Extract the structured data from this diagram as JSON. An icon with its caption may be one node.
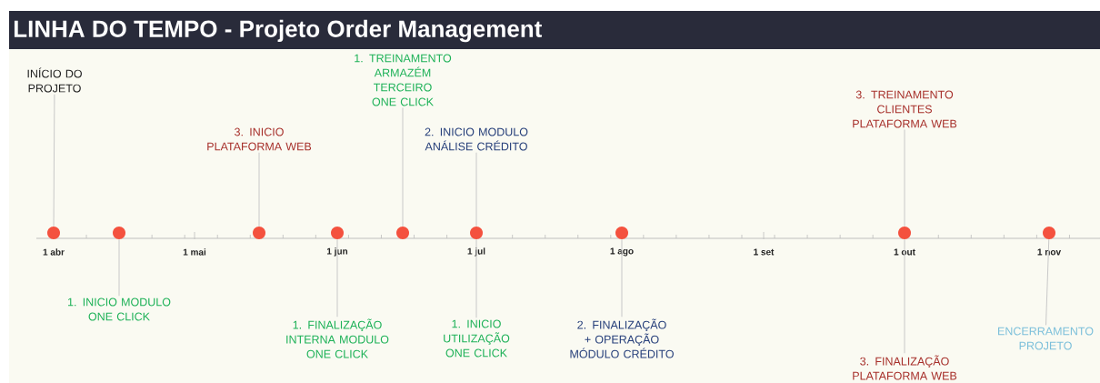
{
  "diagram": {
    "title": "LINHA DO TEMPO - Projeto Order Management",
    "nodes": [
      {
        "text": [
          "INÍCIO DO PROJETO"
        ]
      },
      {
        "text": [
          "1. INICIO MODULO ONE CLICK"
        ]
      },
      {
        "text": [
          "3. INICIO PLATAFORMA WEB"
        ]
      },
      {
        "text": [
          "1. FINALIZAÇÃO INTERNA MODULO ONE CLICK"
        ]
      },
      {
        "text": [
          "1. TREINAMENTO ARMAZÉM TERCEIRO ONE CLICK"
        ]
      },
      {
        "text": [
          "2. INICIO MODULO ANÁLISE CRÉDITO"
        ]
      },
      {
        "text": [
          "1. INICIO UTILIZAÇÃO ONE CLICK"
        ]
      },
      {
        "text": [
          "2. FINALIZAÇÃO + OPERAÇÃO MÓDULO CRÉDITO"
        ]
      },
      {
        "text": [
          "3. TREINAMENTO CLIENTES PLATAFORMA WEB"
        ]
      },
      {
        "text": [
          "3. FINALIZAÇÃO PLATAFORMA WEB"
        ]
      },
      {
        "text": [
          "ENCERRAMENTO PROJETO"
        ]
      },
      {
        "text": [],
        "shape": "circle"
      },
      {
        "text": [],
        "shape": "circle"
      },
      {
        "text": [],
        "shape": "circle"
      },
      {
        "text": [],
        "shape": "circle"
      },
      {
        "text": [],
        "shape": "circle"
      },
      {
        "text": [],
        "shape": "circle"
      },
      {
        "text": [],
        "shape": "circle"
      },
      {
        "text": [],
        "shape": "circle"
      },
      {
        "text": [],
        "shape": "circle"
      }
    ],
    "edges": [
      {
        "from": 0,
        "to": 11,
        "arrow": "none"
      },
      {
        "from": 1,
        "to": 12,
        "arrow": "none"
      },
      {
        "from": 2,
        "to": 13,
        "arrow": "none"
      },
      {
        "from": 3,
        "to": 14,
        "arrow": "none"
      },
      {
        "from": 4,
        "to": 15,
        "arrow": "none"
      },
      {
        "from": 5,
        "to": 16,
        "arrow": "none"
      },
      {
        "from": 6,
        "to": 16,
        "arrow": "none"
      },
      {
        "from": 7,
        "to": 17,
        "arrow": "none"
      },
      {
        "from": 8,
        "to": 18,
        "arrow": "none"
      },
      {
        "from": 9,
        "to": 18,
        "arrow": "none"
      },
      {
        "from": 10,
        "to": 19,
        "arrow": "none"
      }
    ],
    "labels": [
      "1 abr",
      "1 mai",
      "1 jun",
      "1 jul",
      "1 ago",
      "1 set",
      "1 out",
      "1 nov"
    ]
  }
}
